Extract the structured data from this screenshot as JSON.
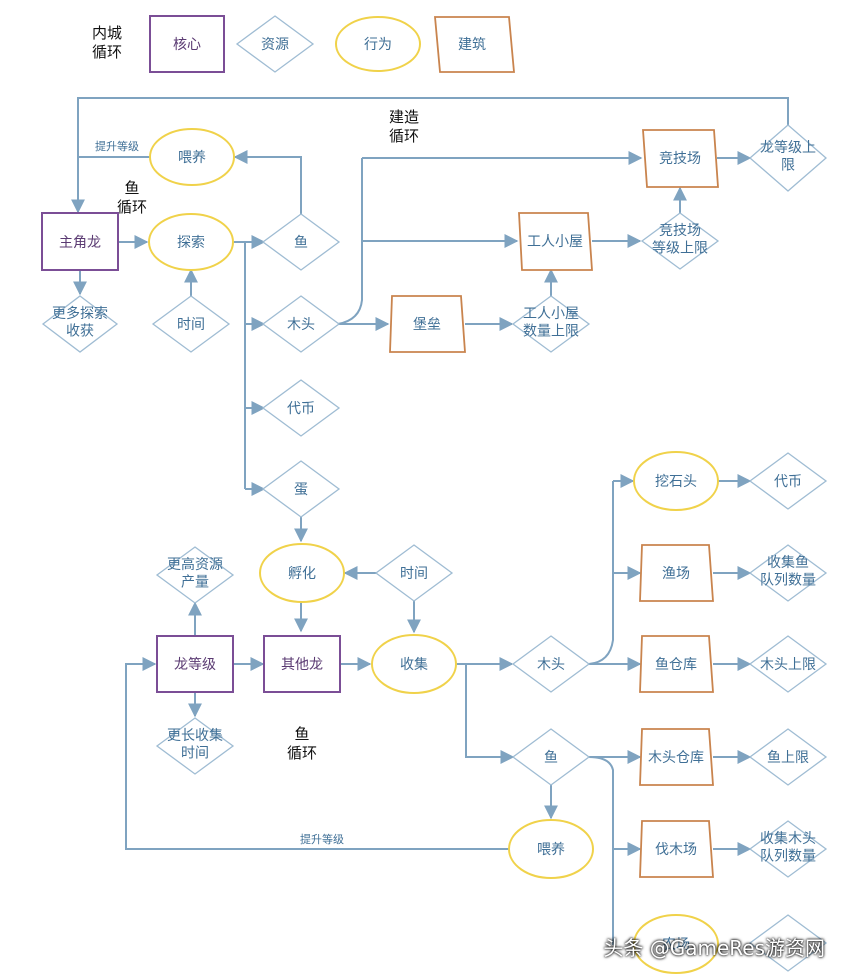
{
  "legend": {
    "title": "内城\n循环",
    "core": "核心",
    "resource": "资源",
    "action": "行为",
    "building": "建筑"
  },
  "loops": {
    "build": "建造\n循环",
    "fish_top": "鱼\n循环",
    "fish_bottom": "鱼\n循环"
  },
  "edges": {
    "upgrade_top": "提升等级",
    "upgrade_bottom": "提升等级"
  },
  "nodes": {
    "main_dragon": "主角龙",
    "feed_top": "喂养",
    "explore": "探索",
    "more_explore": "更多探索\n收获",
    "time_top": "时间",
    "fish_top": "鱼",
    "wood_top": "木头",
    "token_top": "代币",
    "egg": "蛋",
    "arena": "竞技场",
    "dragon_level_cap": "龙等级上\n限",
    "worker_hut": "工人小屋",
    "arena_level_cap": "竞技场\n等级上限",
    "fort": "堡垒",
    "hut_count_cap": "工人小屋\n数量上限",
    "hatch": "孵化",
    "time_mid": "时间",
    "higher_yield": "更高资源\n产量",
    "dragon_level": "龙等级",
    "other_dragon": "其他龙",
    "collect": "收集",
    "longer_collect": "更长收集\n时间",
    "wood_mid": "木头",
    "fish_mid": "鱼",
    "feed_bottom": "喂养",
    "dig_stone": "挖石头",
    "token_right": "代币",
    "fishery": "渔场",
    "fish_queue": "收集鱼\n队列数量",
    "fish_storage": "鱼仓库",
    "wood_cap": "木头上限",
    "wood_storage": "木头仓库",
    "fish_cap": "鱼上限",
    "lumber_yard": "伐木场",
    "wood_queue": "收集木头\n队列数量",
    "partial_action": "农场"
  },
  "watermark": "头条 @GameRes游资网"
}
